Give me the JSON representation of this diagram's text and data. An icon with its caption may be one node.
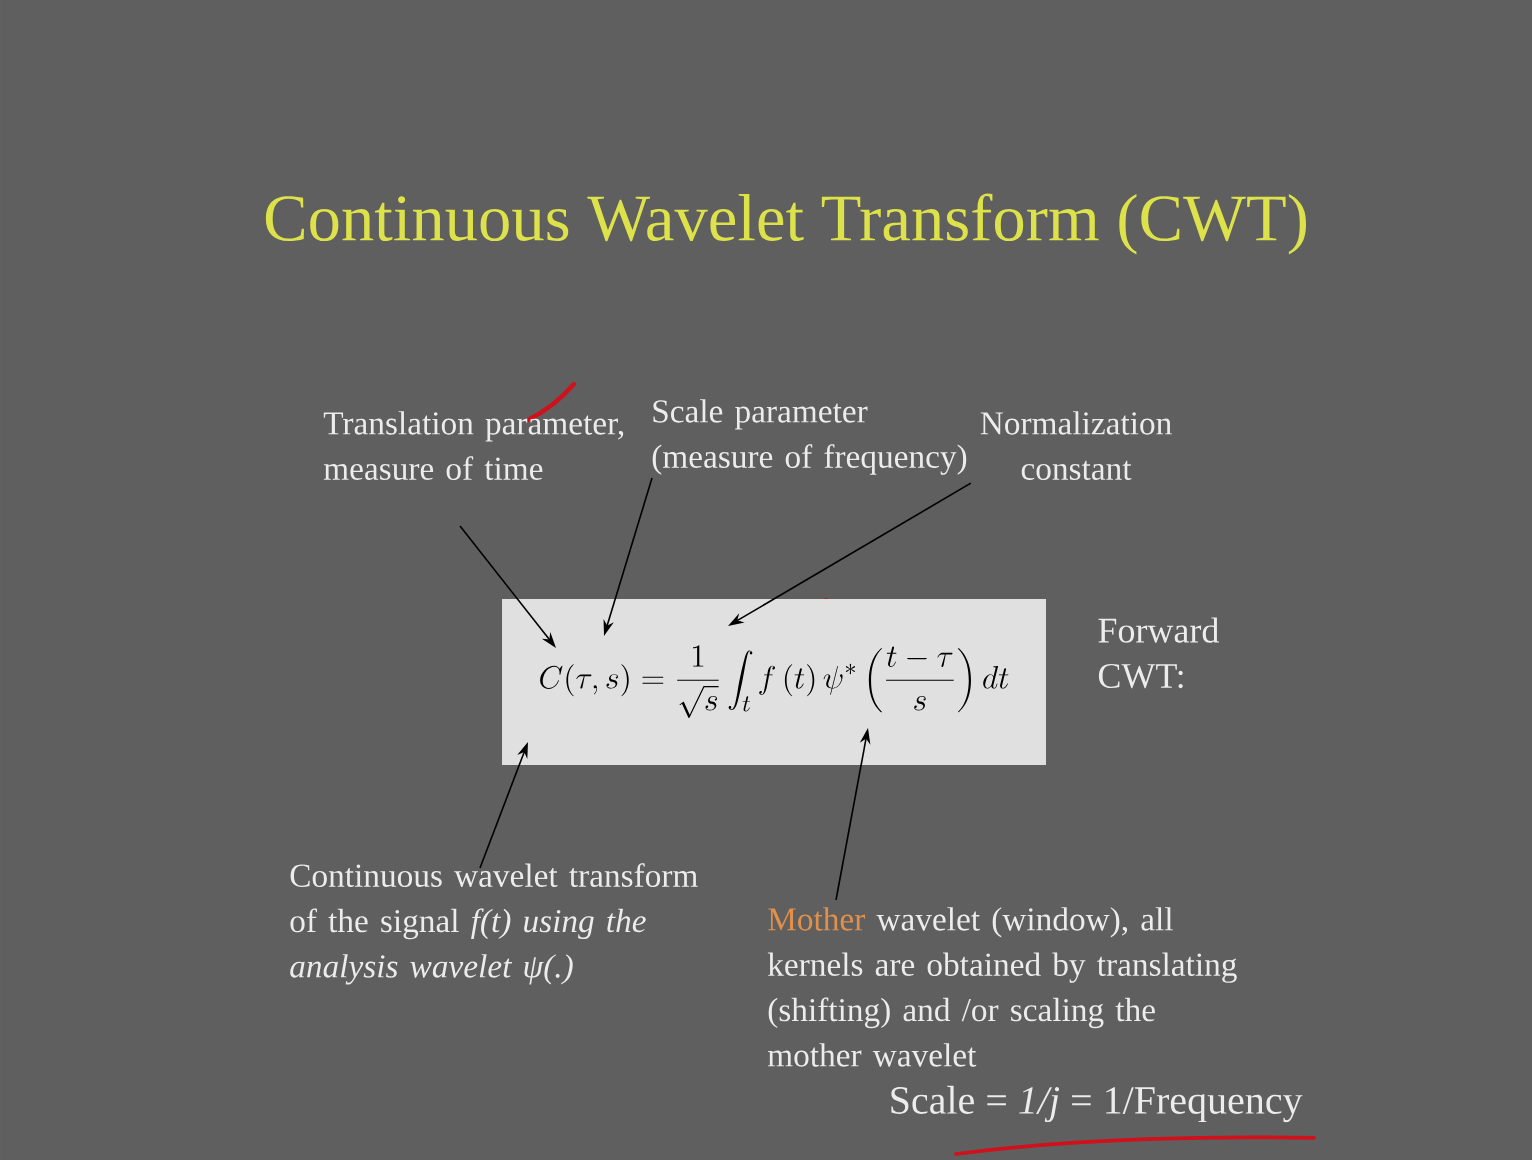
{
  "diagram": {
    "title": "Continuous Wavelet Transform (CWT)",
    "nodes": [
      {
        "text": [
          "Translation parameter, measure of time"
        ]
      },
      {
        "text": [
          "Scale parameter (measure of frequency)"
        ]
      },
      {
        "text": [
          "Normalization constant"
        ]
      },
      {
        "text": [
          "C(\\tau,s)=\\frac{1}{\\sqrt{s}}\\int_{t} f\\left(t\\right)\\psi^{*}\\left(\\frac{t-\\tau}{s}\\right)dt"
        ],
        "beside": [
          "Forward CWT:"
        ]
      },
      {
        "text": [
          "Continuous wavelet transform of the signal *f(t) using the analysis wavelet ψ(.)*"
        ]
      },
      {
        "text": [
          "Mother",
          "wavelet (window), all kernels are obtained by translating (shifting) and /or scaling the mother wavelet"
        ]
      }
    ],
    "edges": [
      {
        "from": 0,
        "to": 3,
        "arrow": "to"
      },
      {
        "from": 1,
        "to": 3,
        "arrow": "to"
      },
      {
        "from": 2,
        "to": 3,
        "arrow": "to"
      },
      {
        "from": 4,
        "to": 3,
        "arrow": "to"
      },
      {
        "from": 5,
        "to": 3,
        "arrow": "to"
      }
    ],
    "labels": [
      "Scale = *1/j* = 1/Frequency"
    ]
  }
}
